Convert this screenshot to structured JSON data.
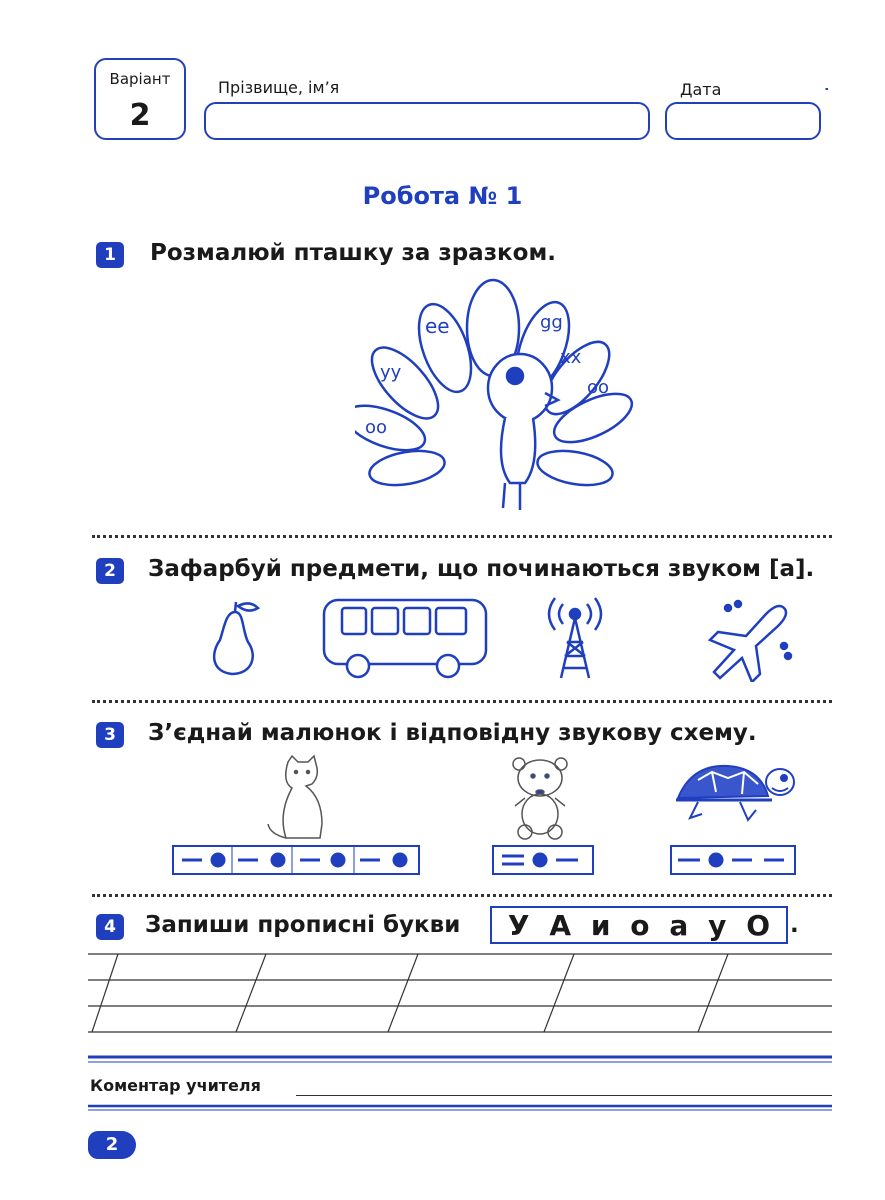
{
  "header": {
    "variant_label": "Варіант",
    "variant_number": "2",
    "name_label": "Прізвище, ім’я",
    "date_label": "Дата",
    "name_value": "",
    "date_value": ""
  },
  "title": "Робота № 1",
  "tasks": [
    {
      "number": "1",
      "text": "Розмалюй пташку за зразком."
    },
    {
      "number": "2",
      "text": "Зафарбуй предмети, що починаються звуком [а]."
    },
    {
      "number": "3",
      "text": "З’єднай малюнок і відповідну звукову схему."
    },
    {
      "number": "4",
      "text": "Запиши прописні букви",
      "letters": [
        "У",
        "А",
        "и",
        "о",
        "а",
        "у",
        "О"
      ],
      "trailing": "."
    }
  ],
  "comment_label": "Коментар учителя",
  "page_number": "2",
  "colors": {
    "accent": "#1f3fbf"
  },
  "icons": [
    "peacock-icon",
    "pear-icon",
    "bus-icon",
    "antenna-tower-icon",
    "airplane-icon",
    "cat-icon",
    "tiger-cub-icon",
    "turtle-icon"
  ]
}
